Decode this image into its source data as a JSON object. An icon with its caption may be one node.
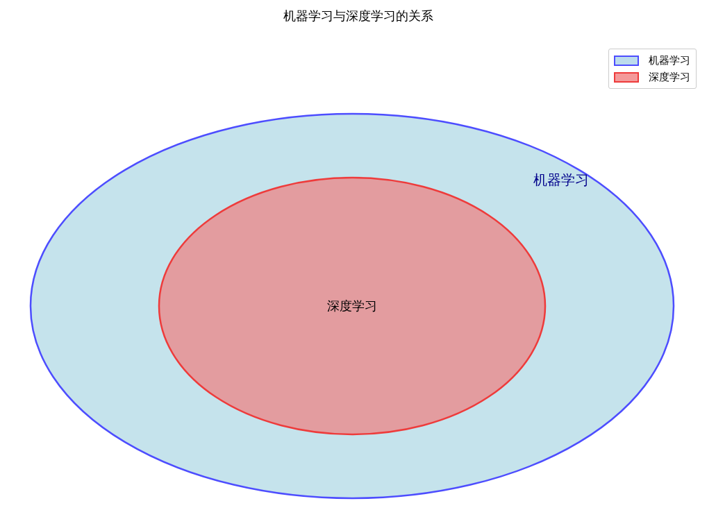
{
  "diagram": {
    "title": "机器学习与深度学习的关系",
    "nodes": [
      {
        "text": [
          "机器学习"
        ]
      },
      {
        "text": [
          "深度学习"
        ],
        "in": 0
      }
    ],
    "legend": [
      {
        "text": "机器学习",
        "color": "#bcdcec"
      },
      {
        "text": "深度学习",
        "color": "#f49a9a"
      }
    ]
  }
}
